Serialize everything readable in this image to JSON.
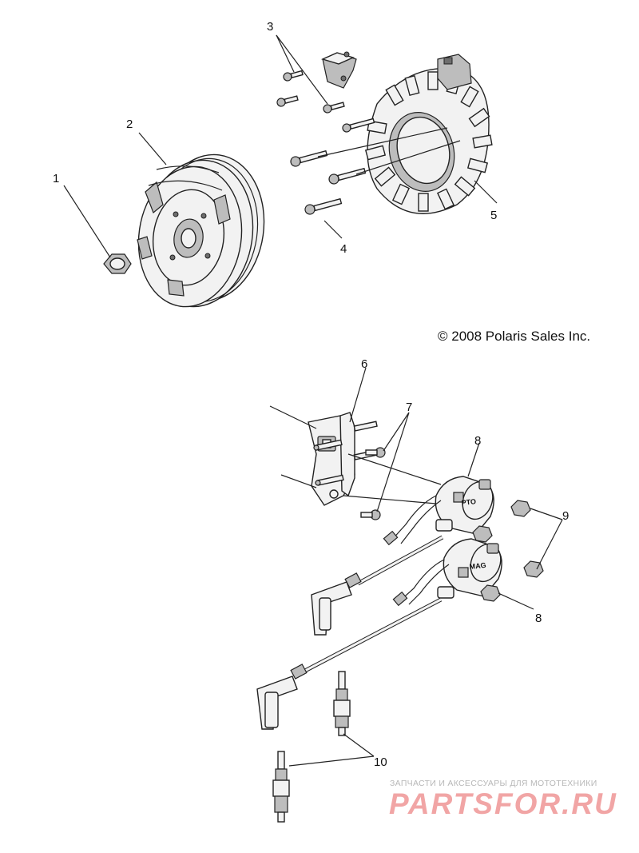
{
  "callouts": {
    "c1": "1",
    "c2": "2",
    "c3": "3",
    "c4": "4",
    "c5": "5",
    "c6": "6",
    "c7": "7",
    "c8a": "8",
    "c8b": "8",
    "c9": "9",
    "c10": "10"
  },
  "coil_labels": {
    "pto": "PTO",
    "mag": "MAG"
  },
  "copyright": "© 2008 Polaris Sales Inc.",
  "watermark": {
    "tagline": "ЗАПЧАСТИ И АКСЕССУАРЫ ДЛЯ МОТОТЕХНИКИ",
    "logo": "PARTSFOR.RU"
  }
}
